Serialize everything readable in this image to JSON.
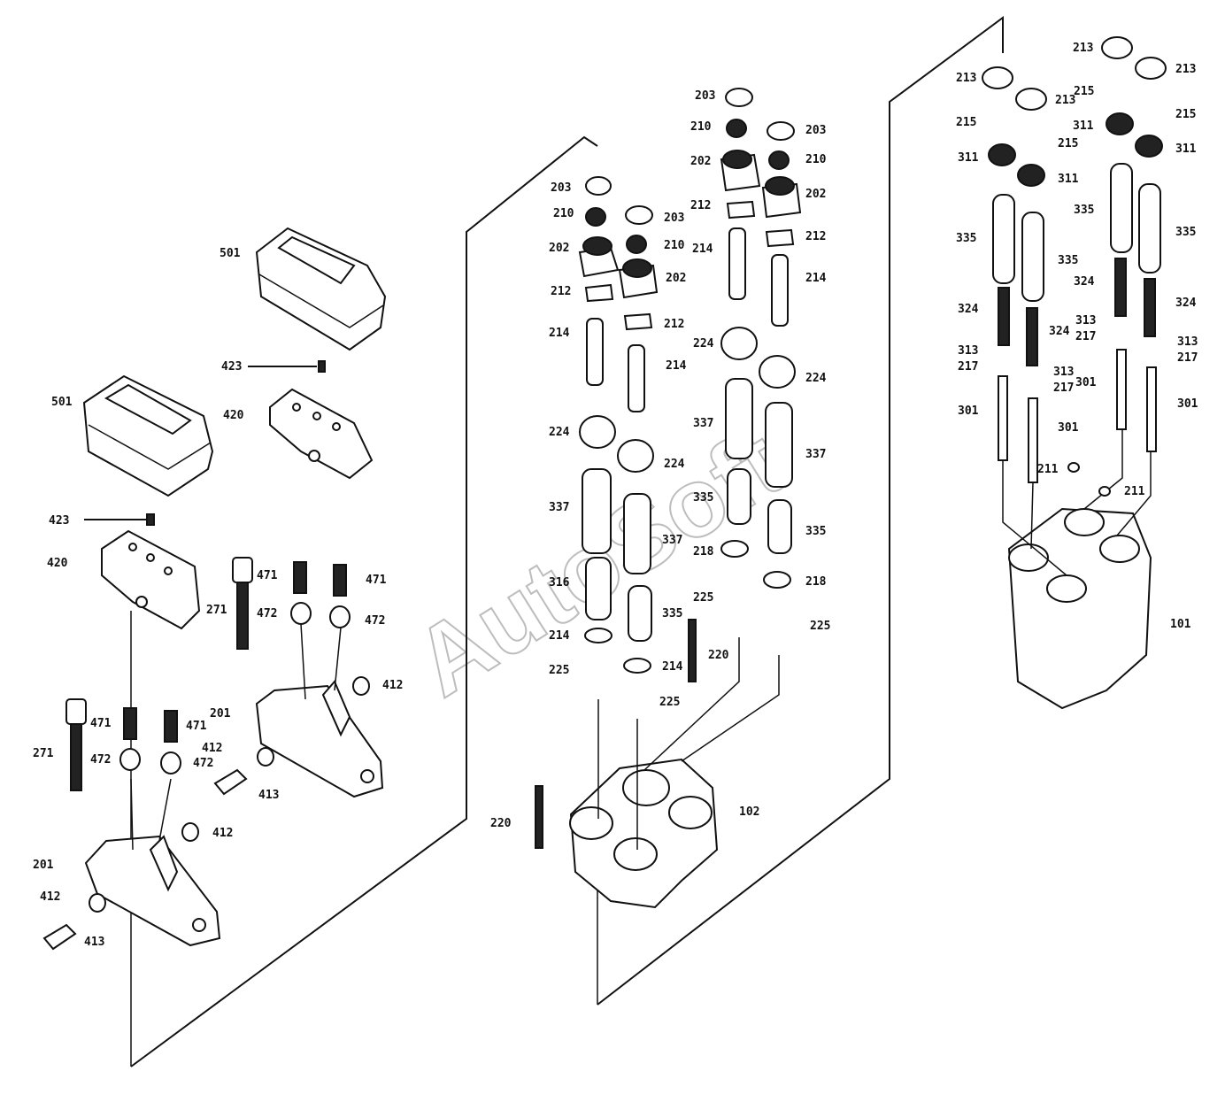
{
  "watermark": "AutoSoft",
  "callouts": {
    "c501a": "501",
    "c423a": "423",
    "c420a": "420",
    "c501b": "501",
    "c423b": "423",
    "c420b": "420",
    "c271a": "271",
    "c471a": "471",
    "c471b": "471",
    "c472a": "472",
    "c472b": "472",
    "c412a": "412",
    "c201a": "201",
    "c271b": "271",
    "c471c": "471",
    "c471d": "471",
    "c472c": "472",
    "c472d": "472",
    "c201b": "201",
    "c412b": "412",
    "c413a": "413",
    "c412c": "412",
    "c412d": "412",
    "c413b": "413",
    "c203a": "203",
    "c210a": "210",
    "c202a": "202",
    "c212a": "212",
    "c214a": "214",
    "c203b": "203",
    "c210b": "210",
    "c202b": "202",
    "c212b": "212",
    "c214b": "214",
    "c224a": "224",
    "c224b": "224",
    "c337a": "337",
    "c337b": "337",
    "c316": "316",
    "c335a": "335",
    "c214c": "214",
    "c214d": "214",
    "c225a": "225",
    "c225b": "225",
    "c220a": "220",
    "c220b": "220",
    "c102": "102",
    "c203c": "203",
    "c210c": "210",
    "c202c": "202",
    "c212c": "212",
    "c214e": "214",
    "c203d": "203",
    "c210d": "210",
    "c202d": "202",
    "c212d": "212",
    "c214f": "214",
    "c224c": "224",
    "c224d": "224",
    "c337c": "337",
    "c337d": "337",
    "c335b": "335",
    "c335c": "335",
    "c218a": "218",
    "c218b": "218",
    "c225c": "225",
    "c225d": "225",
    "c213a": "213",
    "c213b": "213",
    "c213c": "213",
    "c213d": "213",
    "c215a": "215",
    "c215b": "215",
    "c215c": "215",
    "c215d": "215",
    "c311a": "311",
    "c311b": "311",
    "c311c": "311",
    "c311d": "311",
    "c335d": "335",
    "c335e": "335",
    "c335f": "335",
    "c335g": "335",
    "c324a": "324",
    "c324b": "324",
    "c324c": "324",
    "c324d": "324",
    "c313a": "313",
    "c313b": "313",
    "c313c": "313",
    "c313d": "313",
    "c217a": "217",
    "c217b": "217",
    "c217c": "217",
    "c217d": "217",
    "c301a": "301",
    "c301b": "301",
    "c301c": "301",
    "c301d": "301",
    "c211a": "211",
    "c211b": "211",
    "c101": "101"
  }
}
